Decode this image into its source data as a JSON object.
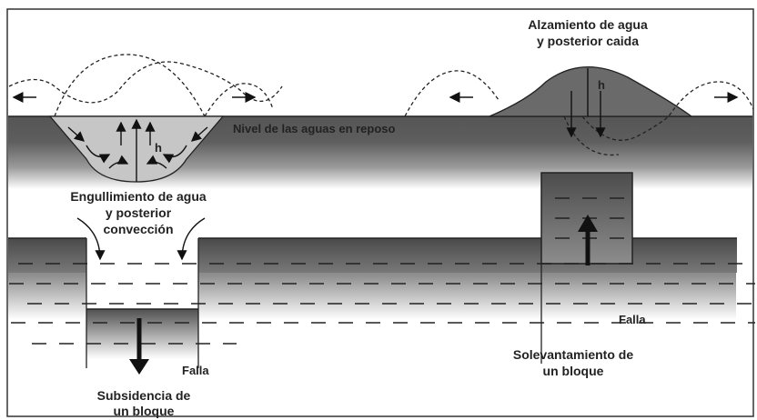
{
  "labels": {
    "uplift_water_l1": "Alzamiento de agua",
    "uplift_water_l2": "y posterior caida",
    "rest_level": "Nivel de las aguas en reposo",
    "engulf_l1": "Engullimiento de agua",
    "engulf_l2": "y posterior",
    "engulf_l3": "convección",
    "fault_left": "Falla",
    "fault_right": "Falla",
    "subsidence_l1": "Subsidencia de",
    "subsidence_l2": "un bloque",
    "uplift_block_l1": "Solevantamiento de",
    "uplift_block_l2": "un bloque",
    "h_left": "h",
    "h_right": "h"
  },
  "colors": {
    "water_dark": "#585858",
    "water_mid": "#8a8a8a",
    "hump": "#6a6a6a",
    "trough": "#c4c4c4",
    "text": "#222222"
  }
}
